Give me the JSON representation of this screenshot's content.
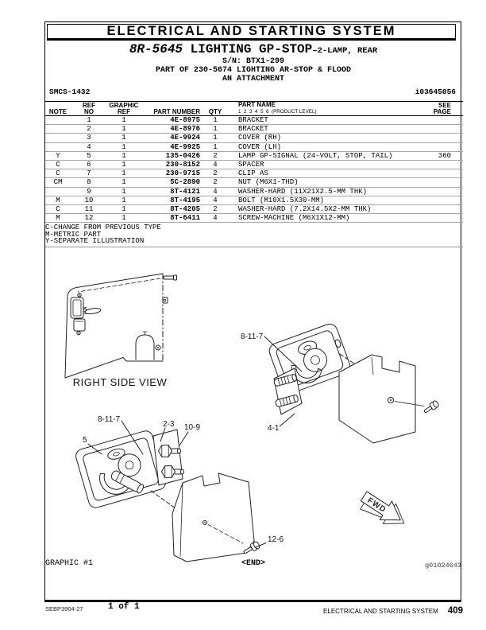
{
  "page": {
    "header_title": "ELECTRICAL AND STARTING SYSTEM",
    "subtitle": {
      "part_number": "8R-5645",
      "name": " LIGHTING GP-STOP",
      "dash_suffix": "–2-LAMP, REAR",
      "serial": "S/N: BTX1-299",
      "part_of": "PART OF 230-5674 LIGHTING AR-STOP & FLOOD",
      "attachment": "AN ATTACHMENT"
    },
    "smcs_code": "SMCS-1432",
    "doc_id": "i03645056"
  },
  "table": {
    "headers": {
      "note": "NOTE",
      "ref_line1": "REF",
      "ref_line2": "NO",
      "graphic_line1": "GRAPHIC",
      "graphic_line2": "REF",
      "part_number": "PART NUMBER",
      "qty": "QTY",
      "name": "PART NAME",
      "name_sub": "1  2  3  4  5  6  (PRODUCT LEVEL)",
      "page_line1": "SEE",
      "page_line2": "PAGE"
    },
    "rows": [
      {
        "note": "",
        "ref": "1",
        "graphic_ref": "1",
        "part_number": "4E-8975",
        "qty": "1",
        "name": "BRACKET",
        "see_page": ""
      },
      {
        "note": "",
        "ref": "2",
        "graphic_ref": "1",
        "part_number": "4E-8976",
        "qty": "1",
        "name": "BRACKET",
        "see_page": ""
      },
      {
        "note": "",
        "ref": "3",
        "graphic_ref": "1",
        "part_number": "4E-9924",
        "qty": "1",
        "name": "COVER (RH)",
        "see_page": ""
      },
      {
        "note": "",
        "ref": "4",
        "graphic_ref": "1",
        "part_number": "4E-9925",
        "qty": "1",
        "name": "COVER (LH)",
        "see_page": ""
      },
      {
        "note": "Y",
        "ref": "5",
        "graphic_ref": "1",
        "part_number": "135-0426",
        "qty": "2",
        "name": "LAMP GP-SIGNAL (24-VOLT, STOP, TAIL)",
        "see_page": "360"
      },
      {
        "note": "C",
        "ref": "6",
        "graphic_ref": "1",
        "part_number": "230-8152",
        "qty": "4",
        "name": "SPACER",
        "see_page": ""
      },
      {
        "note": "C",
        "ref": "7",
        "graphic_ref": "1",
        "part_number": "230-9715",
        "qty": "2",
        "name": "CLIP AS",
        "see_page": ""
      },
      {
        "note": "CM",
        "ref": "8",
        "graphic_ref": "1",
        "part_number": "5C-2890",
        "qty": "2",
        "name": "NUT (M6X1-THD)",
        "see_page": ""
      },
      {
        "note": "",
        "ref": "9",
        "graphic_ref": "1",
        "part_number": "8T-4121",
        "qty": "4",
        "name": "WASHER-HARD (11X21X2.5-MM THK)",
        "see_page": ""
      },
      {
        "note": "M",
        "ref": "10",
        "graphic_ref": "1",
        "part_number": "8T-4195",
        "qty": "4",
        "name": "BOLT (M10X1.5X30-MM)",
        "see_page": ""
      },
      {
        "note": "C",
        "ref": "11",
        "graphic_ref": "1",
        "part_number": "8T-4205",
        "qty": "2",
        "name": "WASHER-HARD (7.2X14.5X2-MM THK)",
        "see_page": ""
      },
      {
        "note": "M",
        "ref": "12",
        "graphic_ref": "1",
        "part_number": "8T-6411",
        "qty": "4",
        "name": "SCREW-MACHINE (M6X1X12-MM)",
        "see_page": ""
      }
    ]
  },
  "legend": [
    "C-CHANGE FROM PREVIOUS TYPE",
    "M-METRIC PART",
    "Y-SEPARATE ILLUSTRATION"
  ],
  "graphic": {
    "right_side_view_label": "RIGHT SIDE VIEW",
    "fwd_label": "FWD",
    "callout_bolt_stack_top": "8-11-7",
    "callout_bracket_top": "4-1",
    "callout_bolt_stack_bottom": "8-11-7",
    "callout_bracket_bottom": "2-3",
    "callout_bolt_washer": "10-9",
    "callout_lamp": "5",
    "callout_screw_washer": "12-6",
    "graphic_label": "GRAPHIC #1",
    "end_marker": "<END>",
    "graphic_id": "g01024643"
  },
  "footer": {
    "doc_code": "SEBP3904-27",
    "page_count": "1 of 1",
    "section": "ELECTRICAL AND STARTING SYSTEM",
    "page_number": "409"
  }
}
